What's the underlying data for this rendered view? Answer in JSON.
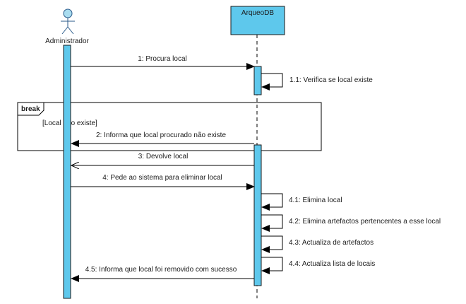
{
  "actor": {
    "name": "Administrador"
  },
  "object": {
    "name": "ArqueoDB"
  },
  "fragment": {
    "operator": "break",
    "guard": "[Local não existe]"
  },
  "messages": [
    {
      "label": "1: Procura local"
    },
    {
      "label": "1.1: Verifica se local existe"
    },
    {
      "label": "2: Informa que local procurado não existe"
    },
    {
      "label": "3: Devolve local"
    },
    {
      "label": "4: Pede ao sistema para eliminar local"
    },
    {
      "label": "4.1: Elimina local"
    },
    {
      "label": "4.2: Elimina artefactos pertencentes a esse local"
    },
    {
      "label": "4.3: Actualiza de artefactos"
    },
    {
      "label": "4.4: Actualiza lista de locais"
    },
    {
      "label": "4.5: Informa que local foi removido com sucesso"
    }
  ],
  "colors": {
    "activation": "#5ec8ec",
    "object_fill": "#5ec8ec",
    "actor_head": "#a9dcef",
    "line": "#000000"
  }
}
